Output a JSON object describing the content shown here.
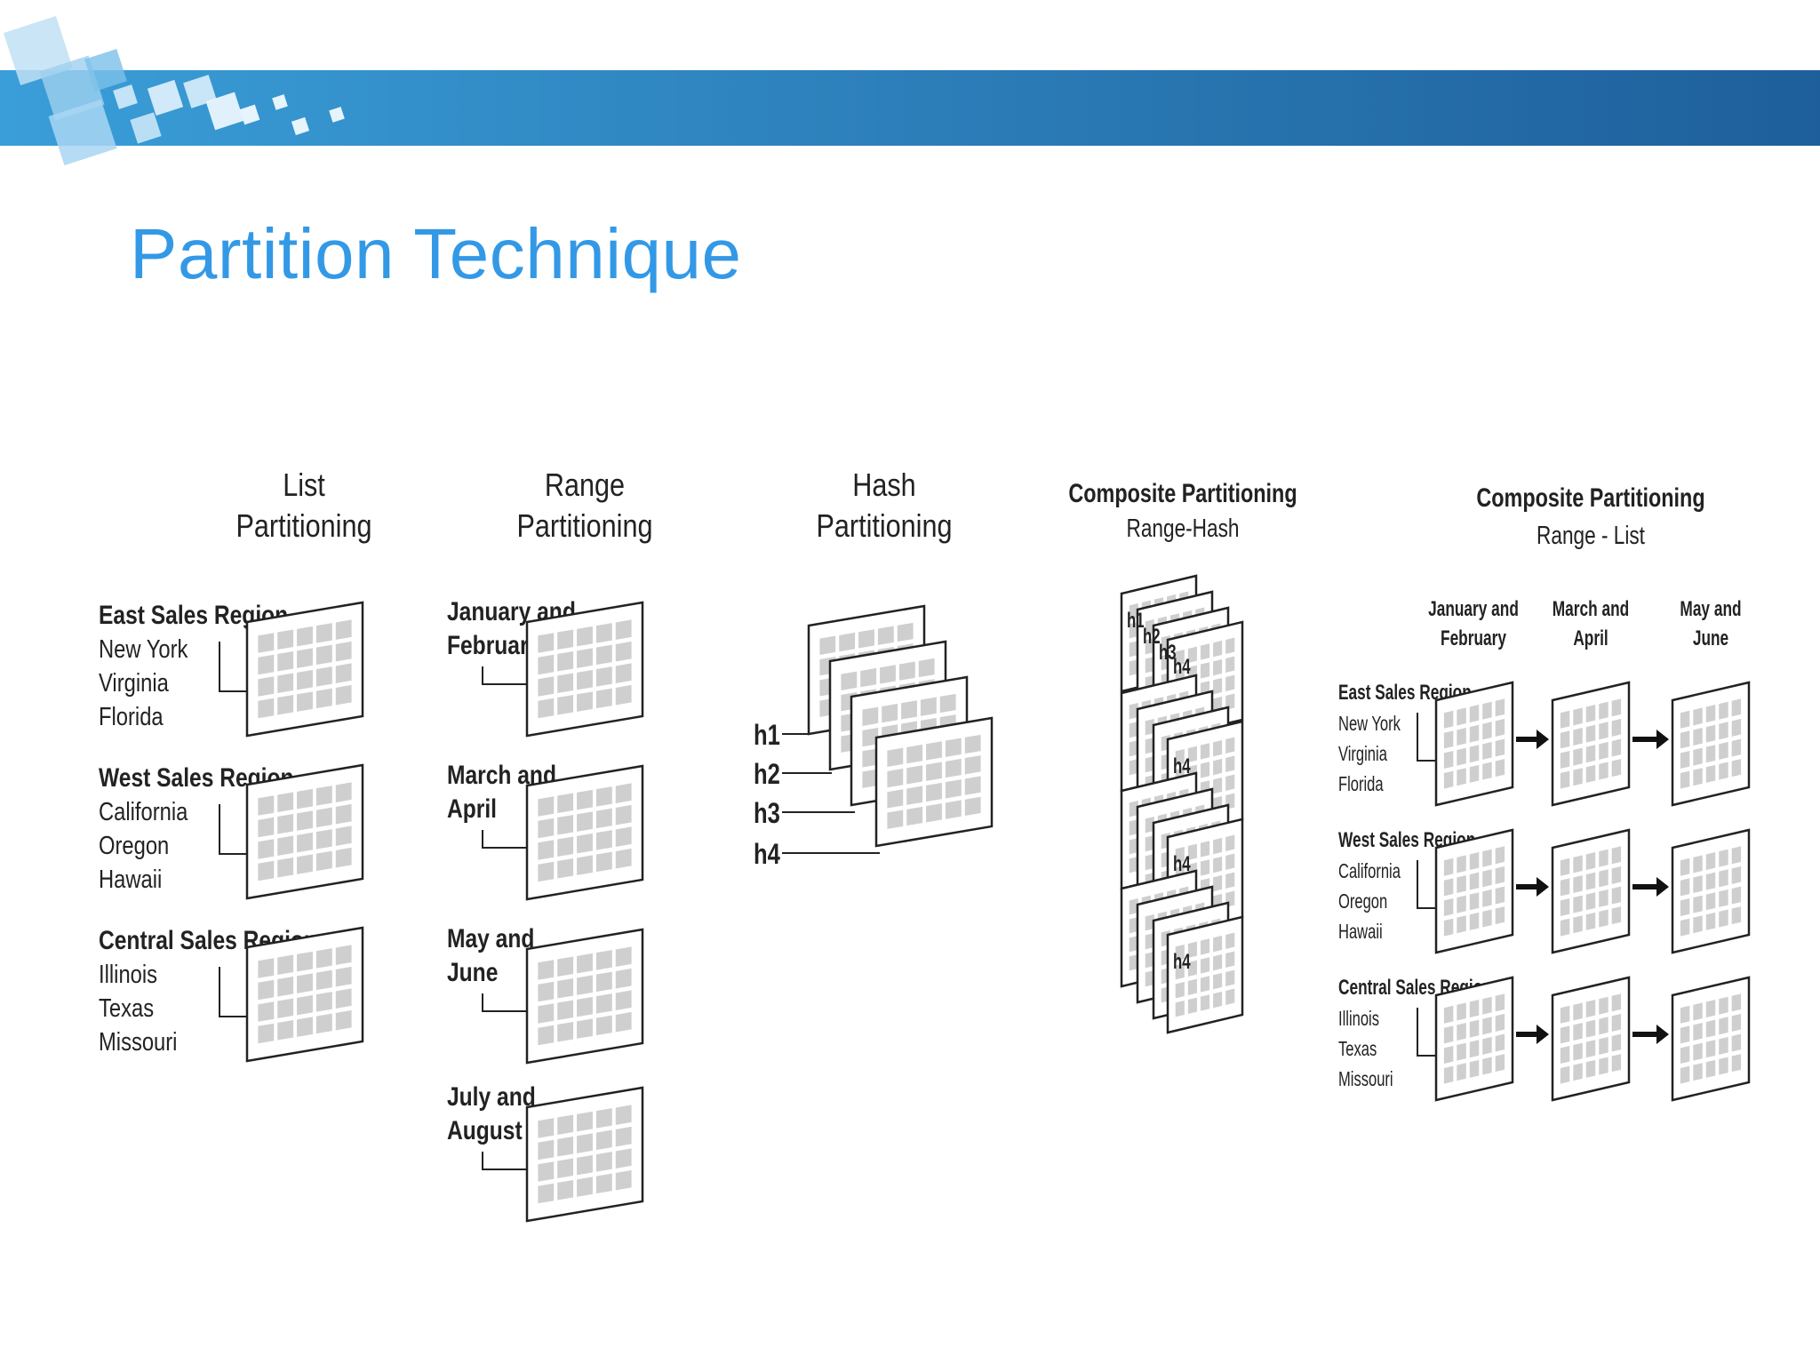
{
  "slide": {
    "title": "Partition Technique",
    "colors": {
      "title": "#3399e6",
      "banner_start": "#3a9ed8",
      "banner_end": "#1e5f9b"
    }
  },
  "diagram": {
    "list": {
      "title": [
        "List",
        "Partitioning"
      ],
      "groups": [
        {
          "region": "East Sales Region",
          "states": [
            "New York",
            "Virginia",
            "Florida"
          ]
        },
        {
          "region": "West Sales Region",
          "states": [
            "California",
            "Oregon",
            "Hawaii"
          ]
        },
        {
          "region": "Central Sales Region",
          "states": [
            "Illinois",
            "Texas",
            "Missouri"
          ]
        }
      ]
    },
    "range": {
      "title": [
        "Range",
        "Partitioning"
      ],
      "groups": [
        [
          "January and",
          "February"
        ],
        [
          "March and",
          "April"
        ],
        [
          "May and",
          "June"
        ],
        [
          "July and",
          "August"
        ]
      ]
    },
    "hash": {
      "title": [
        "Hash",
        "Partitioning"
      ],
      "labels": [
        "h1",
        "h2",
        "h3",
        "h4"
      ]
    },
    "composite_hash": {
      "title": "Composite Partitioning",
      "subtitle": "Range-Hash",
      "labels": [
        "h1",
        "h2",
        "h3",
        "h4"
      ]
    },
    "composite_list": {
      "title": "Composite Partitioning",
      "subtitle": "Range - List",
      "columns": [
        [
          "January and",
          "February"
        ],
        [
          "March and",
          "April"
        ],
        [
          "May and",
          "June"
        ]
      ],
      "groups": [
        {
          "region": "East Sales Region",
          "states": [
            "New York",
            "Virginia",
            "Florida"
          ]
        },
        {
          "region": "West Sales Region",
          "states": [
            "California",
            "Oregon",
            "Hawaii"
          ]
        },
        {
          "region": "Central Sales Region",
          "states": [
            "Illinois",
            "Texas",
            "Missouri"
          ]
        }
      ]
    }
  }
}
